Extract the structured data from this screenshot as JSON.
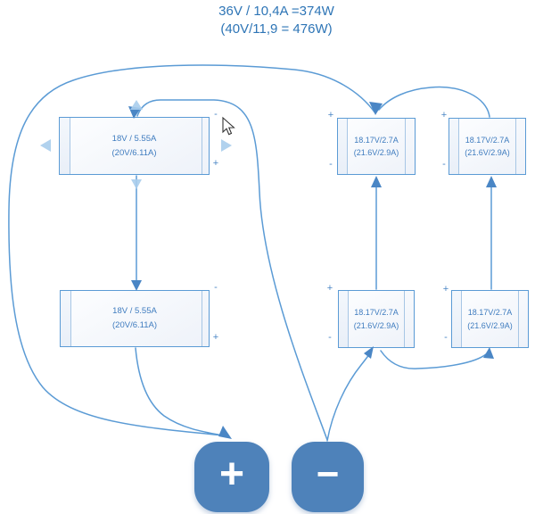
{
  "title": {
    "line1": "36V / 10,4A =374W",
    "line2": "(40V/11,9 = 476W)"
  },
  "batteries": {
    "left_top": {
      "line1": "18V / 5.55A",
      "line2": "(20V/6.11A)",
      "top_sign": "-",
      "bottom_sign": "+"
    },
    "left_bottom": {
      "line1": "18V / 5.55A",
      "line2": "(20V/6.11A)",
      "top_sign": "-",
      "bottom_sign": "+"
    },
    "right_top_left": {
      "line1": "18.17V/2.7A",
      "line2": "(21.6V/2.9A)",
      "top_sign": "+",
      "bottom_sign": "-"
    },
    "right_top_right": {
      "line1": "18.17V/2.7A",
      "line2": "(21.6V/2.9A)",
      "top_sign": "+",
      "bottom_sign": "-"
    },
    "right_bottom_left": {
      "line1": "18.17V/2.7A",
      "line2": "(21.6V/2.9A)",
      "top_sign": "+",
      "bottom_sign": "-"
    },
    "right_bottom_right": {
      "line1": "18.17V/2.7A",
      "line2": "(21.6V/2.9A)",
      "top_sign": "+",
      "bottom_sign": "-"
    }
  },
  "terminals": {
    "plus": "+",
    "minus": "−"
  },
  "colors": {
    "accent_text": "#2e75b6",
    "wire_stroke": "#5b9bd5",
    "arrowhead": "#4a86c5",
    "terminal_fill": "#4e82ba",
    "autoconnect_arrow": "#a9cdec"
  }
}
